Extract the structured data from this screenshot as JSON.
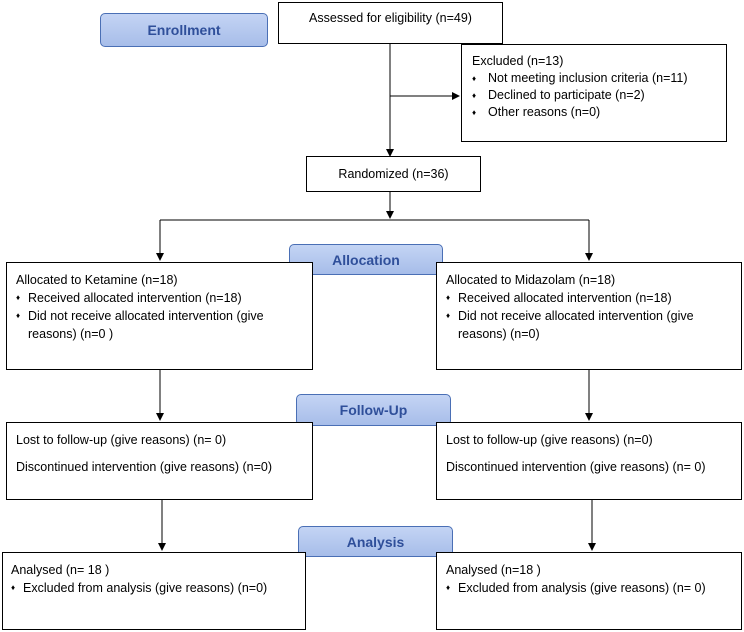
{
  "stages": {
    "enrollment": "Enrollment",
    "allocation": "Allocation",
    "followup": "Follow-Up",
    "analysis": "Analysis"
  },
  "bullet": "♦",
  "assessed": "Assessed for eligibility (n=49)",
  "excluded": {
    "title": "Excluded  (n=13)",
    "items": [
      "Not meeting inclusion criteria (n=11)",
      "Declined to participate (n=2)",
      "Other reasons (n=0)"
    ]
  },
  "randomized": "Randomized (n=36)",
  "left": {
    "allocated_title": "Allocated to Ketamine (n=18)",
    "received": "Received allocated intervention (n=18)",
    "not_received": "Did not receive allocated intervention (give reasons) (n=0  )",
    "lost": "Lost to follow-up (give reasons) (n= 0)",
    "discontinued": "Discontinued intervention (give reasons) (n=0)",
    "analysed": "Analysed  (n= 18 )",
    "excluded_analysis": "Excluded from analysis (give reasons) (n=0)"
  },
  "right": {
    "allocated_title": "Allocated to Midazolam (n=18)",
    "received": "Received allocated intervention (n=18)",
    "not_received": "Did not receive allocated intervention (give reasons) (n=0)",
    "lost": "Lost to follow-up (give reasons) (n=0)",
    "discontinued": "Discontinued intervention (give reasons) (n= 0)",
    "analysed": "Analysed  (n=18  )",
    "excluded_analysis": "Excluded from analysis (give reasons) (n= 0)"
  }
}
